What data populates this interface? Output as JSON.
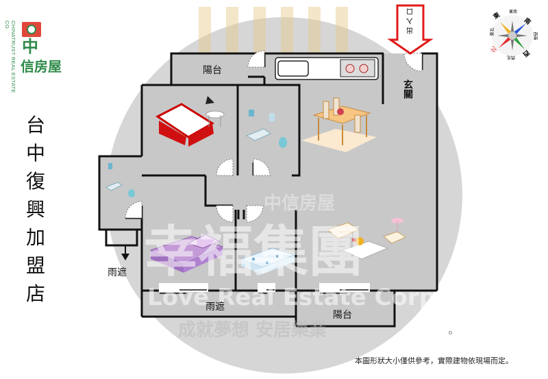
{
  "logo": {
    "brand_cn": [
      "中",
      "信房屋"
    ],
    "brand_en": "CHINATRUST REAL ESTATE CO.",
    "brand_color": "#2f8a4a",
    "emblem_color": "#e0473a"
  },
  "title": {
    "chars": [
      "台",
      "中",
      "復",
      "興",
      "加",
      "盟",
      "店"
    ],
    "full": "台中復興加盟店"
  },
  "entrance": {
    "arrow_text": [
      "出",
      "入",
      "口"
    ],
    "arrow_color": "#e01a1a"
  },
  "compass": {
    "labels": [
      "東",
      "東南",
      "南",
      "西南",
      "西",
      "西北",
      "北",
      "東北"
    ],
    "north_color": "#d93030"
  },
  "floorplan": {
    "rooms": [
      {
        "id": "balcony-top",
        "label": "陽台"
      },
      {
        "id": "kitchen",
        "label": ""
      },
      {
        "id": "entry",
        "label": "玄關"
      },
      {
        "id": "master-bedroom",
        "label": ""
      },
      {
        "id": "master-bath",
        "label": ""
      },
      {
        "id": "dining",
        "label": ""
      },
      {
        "id": "side-bath",
        "label": ""
      },
      {
        "id": "rain-shelter-left",
        "label": "雨遮"
      },
      {
        "id": "bedroom-2",
        "label": ""
      },
      {
        "id": "bedroom-3",
        "label": ""
      },
      {
        "id": "living",
        "label": ""
      },
      {
        "id": "rain-shelter-bottom",
        "label": "雨遮"
      },
      {
        "id": "balcony-bottom",
        "label": "陽台"
      }
    ],
    "floor_color": "#c8c8c8",
    "wall_color": "#111111"
  },
  "watermark": {
    "main": "幸福集團",
    "sub_en": "Love Real Estate Corporation",
    "sub_cn": "成就夢想 安居樂業",
    "center_brand": "中信房屋"
  },
  "disclaimer": "本圖形狀大小僅供參考，實際建物依現場而定。"
}
